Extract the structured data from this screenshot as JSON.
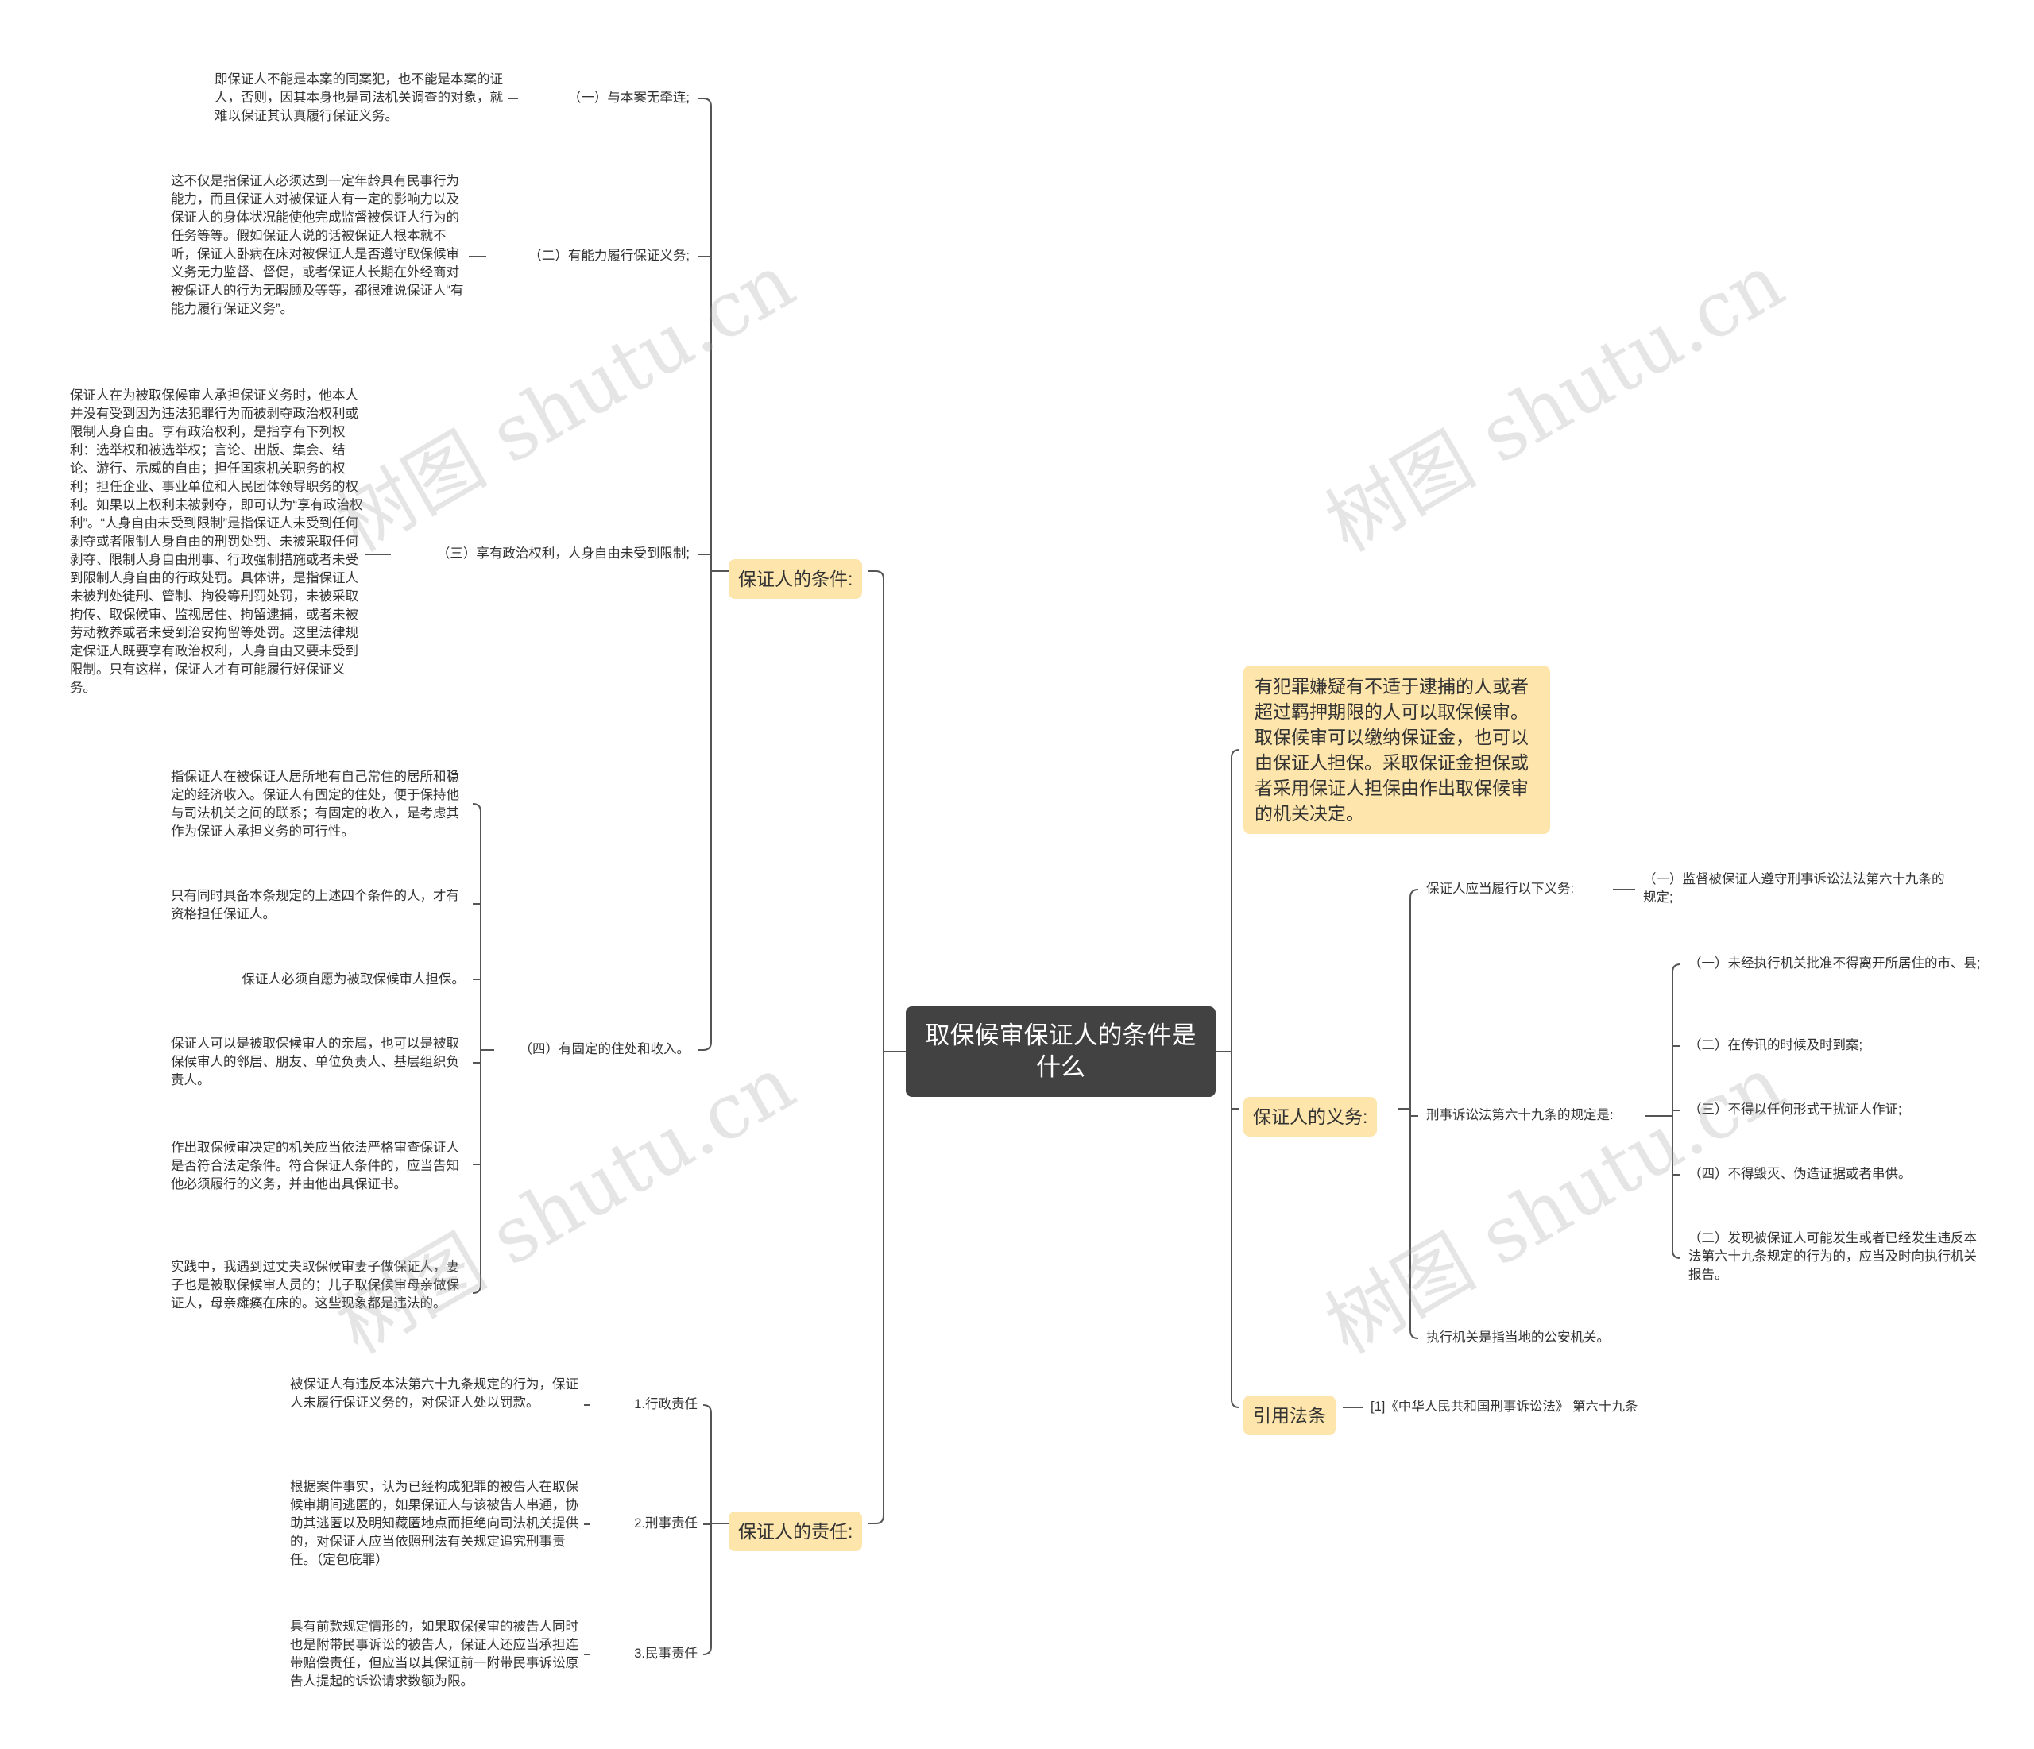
{
  "central": "取保候审保证人的条件是什么",
  "left": {
    "conditions": {
      "label": "保证人的条件:",
      "items": [
        {
          "label": "（一）与本案无牵连;",
          "detail": "即保证人不能是本案的同案犯，也不能是本案的证人，否则，因其本身也是司法机关调查的对象，就难以保证其认真履行保证义务。"
        },
        {
          "label": "（二）有能力履行保证义务;",
          "detail": "这不仅是指保证人必须达到一定年龄具有民事行为能力，而且保证人对被保证人有一定的影响力以及保证人的身体状况能使他完成监督被保证人行为的任务等等。假如保证人说的话被保证人根本就不听，保证人卧病在床对被保证人是否遵守取保候审义务无力监督、督促，或者保证人长期在外经商对被保证人的行为无暇顾及等等，都很难说保证人“有能力履行保证义务”。"
        },
        {
          "label": "（三）享有政治权利，人身自由未受到限制;",
          "detail": "保证人在为被取保候审人承担保证义务时，他本人并没有受到因为违法犯罪行为而被剥夺政治权利或限制人身自由。享有政治权利，是指享有下列权利：选举权和被选举权；言论、出版、集会、结论、游行、示威的自由；担任国家机关职务的权利；担任企业、事业单位和人民团体领导职务的权利。如果以上权利未被剥夺，即可认为“享有政治权利”。“人身自由未受到限制”是指保证人未受到任何剥夺或者限制人身自由的刑罚处罚、未被采取任何剥夺、限制人身自由刑事、行政强制措施或者未受到限制人身自由的行政处罚。具体讲，是指保证人未被判处徒刑、管制、拘役等刑罚处罚，未被采取拘传、取保候审、监视居住、拘留逮捕，或者未被劳动教养或者未受到治安拘留等处罚。这里法律规定保证人既要享有政治权利，人身自由又要未受到限制。只有这样，保证人才有可能履行好保证义务。"
        },
        {
          "label": "（四）有固定的住处和收入。",
          "details": [
            "指保证人在被保证人居所地有自己常住的居所和稳定的经济收入。保证人有固定的住处，便于保持他与司法机关之间的联系；有固定的收入，是考虑其作为保证人承担义务的可行性。",
            "只有同时具备本条规定的上述四个条件的人，才有资格担任保证人。",
            "保证人必须自愿为被取保候审人担保。",
            "保证人可以是被取保候审人的亲属，也可以是被取保候审人的邻居、朋友、单位负责人、基层组织负责人。",
            "作出取保候审决定的机关应当依法严格审查保证人是否符合法定条件。符合保证人条件的，应当告知他必须履行的义务，并由他出具保证书。",
            "实践中，我遇到过丈夫取保候审妻子做保证人，妻子也是被取保候审人员的；儿子取保候审母亲做保证人，母亲瘫痪在床的。这些现象都是违法的。"
          ]
        }
      ]
    },
    "liability": {
      "label": "保证人的责任:",
      "items": [
        {
          "label": "1.行政责任",
          "detail": "被保证人有违反本法第六十九条规定的行为，保证人未履行保证义务的，对保证人处以罚款。"
        },
        {
          "label": "2.刑事责任",
          "detail": "根据案件事实，认为已经构成犯罪的被告人在取保候审期间逃匿的，如果保证人与该被告人串通，协助其逃匿以及明知藏匿地点而拒绝向司法机关提供的，对保证人应当依照刑法有关规定追究刑事责任。（定包庇罪）"
        },
        {
          "label": "3.民事责任",
          "detail": "具有前款规定情形的，如果取保候审的被告人同时也是附带民事诉讼的被告人，保证人还应当承担连带赔偿责任，但应当以其保证前一附带民事诉讼原告人提起的诉讼请求数额为限。"
        }
      ]
    }
  },
  "right": {
    "summary": "有犯罪嫌疑有不适于逮捕的人或者超过羁押期限的人可以取保候审。取保候审可以缴纳保证金，也可以由保证人担保。采取保证金担保或者采用保证人担保由作出取保候审的机关决定。",
    "duties": {
      "label": "保证人的义务:",
      "items": [
        {
          "label": "保证人应当履行以下义务:",
          "detail": "（一）监督被保证人遵守刑事诉讼法法第六十九条的规定;"
        },
        {
          "label": "刑事诉讼法第六十九条的规定是:",
          "details": [
            "（一）未经执行机关批准不得离开所居住的市、县;",
            "（二）在传讯的时候及时到案;",
            "（三）不得以任何形式干扰证人作证;",
            "（四）不得毁灭、伪造证据或者串供。",
            "（二）发现被保证人可能发生或者已经发生违反本法第六十九条规定的行为的，应当及时向执行机关报告。"
          ]
        },
        {
          "label": "执行机关是指当地的公安机关。"
        }
      ]
    },
    "law": {
      "label": "引用法条",
      "item": "[1]《中华人民共和国刑事诉讼法》 第六十九条"
    }
  },
  "watermark": "树图 shutu.cn",
  "colors": {
    "central_bg": "#424242",
    "branch_bg": "#fde5ab",
    "line": "#555555"
  }
}
